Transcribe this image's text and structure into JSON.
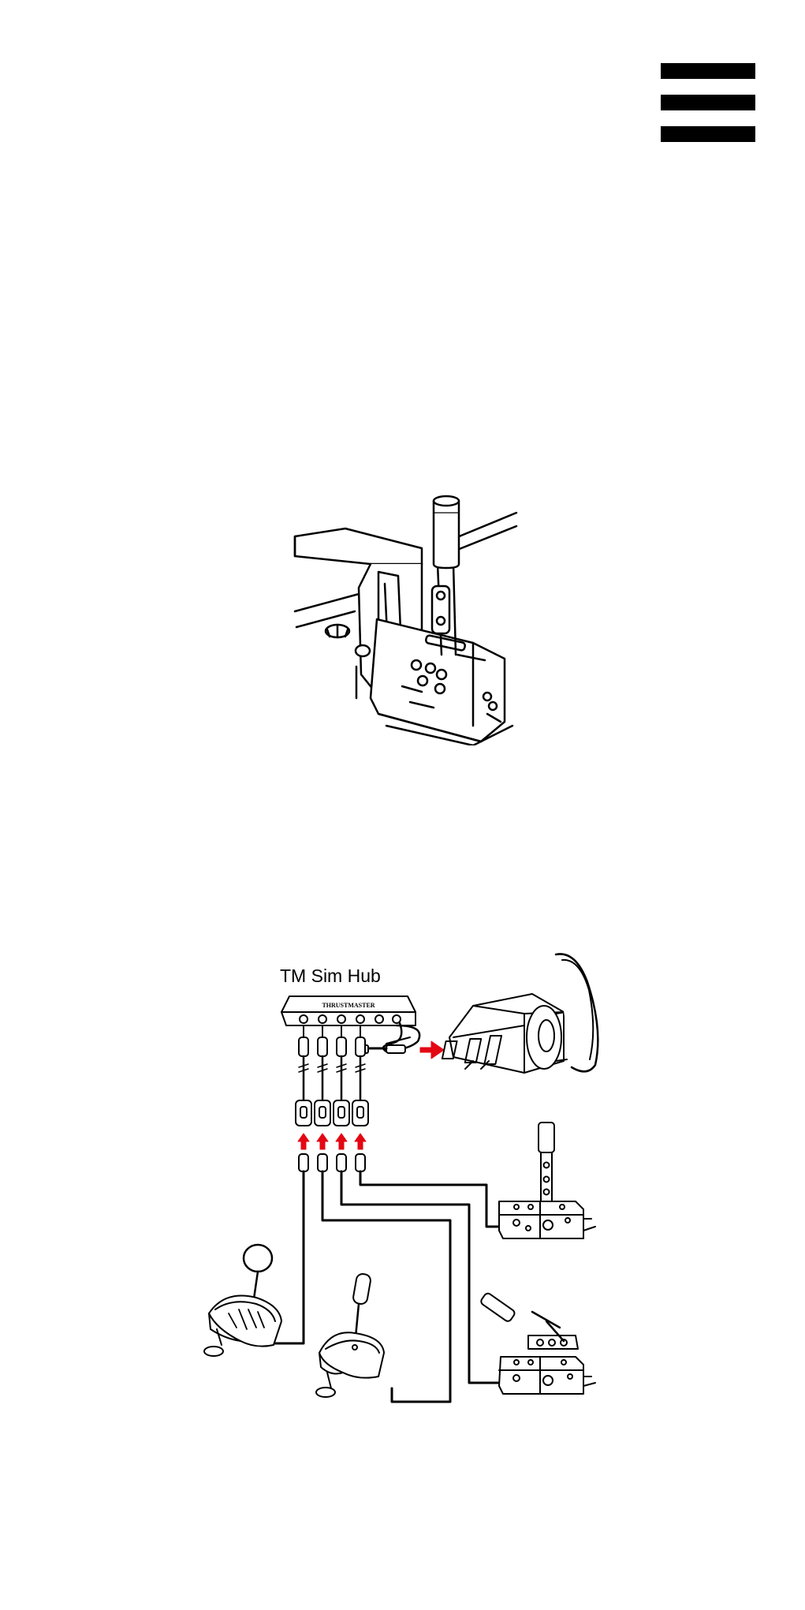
{
  "header": {
    "menu_icon": "hamburger-menu-icon"
  },
  "figure_clamp": {
    "icon": "shifter-clamp-illustration"
  },
  "figure_hub": {
    "hub_label": "TM Sim Hub",
    "hub_brand": "THRUSTMASTER",
    "arrow_color": "#e30613",
    "icon": "sim-hub-connection-diagram"
  }
}
